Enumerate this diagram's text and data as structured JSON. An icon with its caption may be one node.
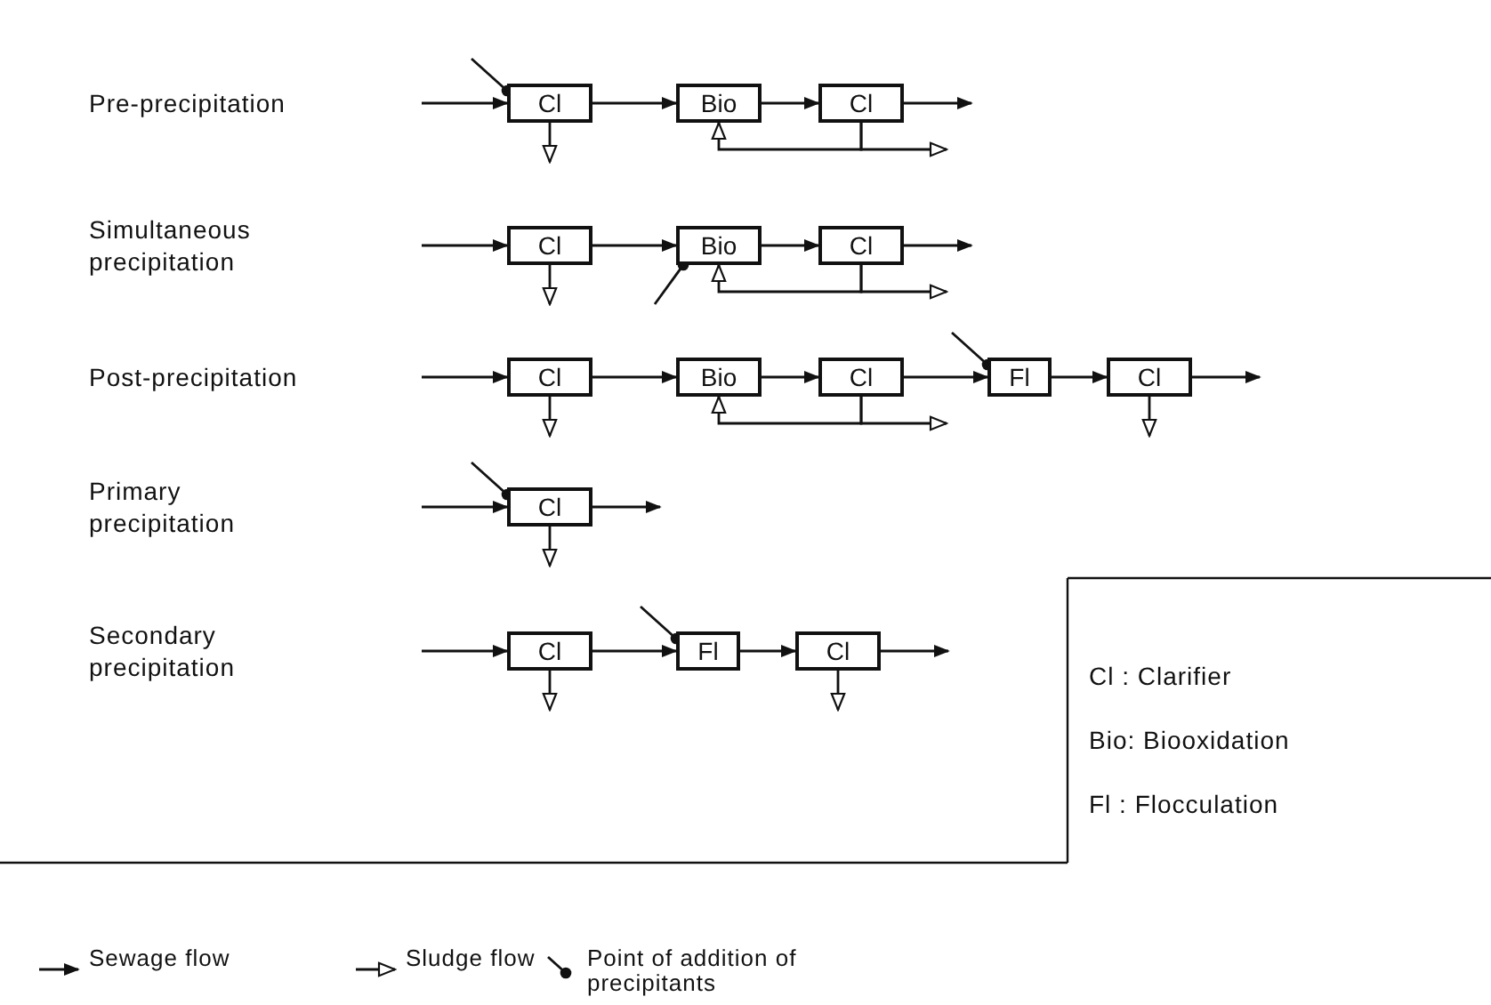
{
  "diagram": {
    "nodes": [
      {
        "text": [
          "Cl"
        ]
      },
      {
        "text": [
          "Bio"
        ]
      },
      {
        "text": [
          "Cl"
        ]
      },
      {
        "text": [
          "Cl"
        ]
      },
      {
        "text": [
          "Bio"
        ]
      },
      {
        "text": [
          "Cl"
        ]
      },
      {
        "text": [
          "Cl"
        ]
      },
      {
        "text": [
          "Bio"
        ]
      },
      {
        "text": [
          "Cl"
        ]
      },
      {
        "text": [
          "Fl"
        ]
      },
      {
        "text": [
          "Cl"
        ]
      },
      {
        "text": [
          "Cl"
        ]
      },
      {
        "text": [
          "Cl"
        ]
      },
      {
        "text": [
          "Fl"
        ]
      },
      {
        "text": [
          "Cl"
        ]
      }
    ],
    "edges": [
      {
        "from": null,
        "to": 0,
        "arrow": "to"
      },
      {
        "from": null,
        "to": 0,
        "arrow": "other"
      },
      {
        "from": 0,
        "to": 1,
        "arrow": "to"
      },
      {
        "from": 1,
        "to": 2,
        "arrow": "to"
      },
      {
        "from": 2,
        "to": null,
        "arrow": "to"
      },
      {
        "from": 0,
        "to": null,
        "arrow": "to"
      },
      {
        "from": 2,
        "to": 1,
        "arrow": "to"
      },
      {
        "from": 2,
        "to": null,
        "arrow": "to"
      },
      {
        "from": null,
        "to": 3,
        "arrow": "to"
      },
      {
        "from": 3,
        "to": 4,
        "arrow": "to"
      },
      {
        "from": 4,
        "to": 5,
        "arrow": "to"
      },
      {
        "from": 5,
        "to": null,
        "arrow": "to"
      },
      {
        "from": null,
        "to": 4,
        "arrow": "other"
      },
      {
        "from": 3,
        "to": null,
        "arrow": "to"
      },
      {
        "from": 5,
        "to": 4,
        "arrow": "to"
      },
      {
        "from": 5,
        "to": null,
        "arrow": "to"
      },
      {
        "from": null,
        "to": 6,
        "arrow": "to"
      },
      {
        "from": 6,
        "to": 7,
        "arrow": "to"
      },
      {
        "from": 7,
        "to": 8,
        "arrow": "to"
      },
      {
        "from": 8,
        "to": 9,
        "arrow": "to"
      },
      {
        "from": 9,
        "to": 10,
        "arrow": "to"
      },
      {
        "from": 10,
        "to": null,
        "arrow": "to"
      },
      {
        "from": null,
        "to": 9,
        "arrow": "other"
      },
      {
        "from": 6,
        "to": null,
        "arrow": "to"
      },
      {
        "from": 8,
        "to": 7,
        "arrow": "to"
      },
      {
        "from": 8,
        "to": null,
        "arrow": "to"
      },
      {
        "from": 10,
        "to": null,
        "arrow": "to"
      },
      {
        "from": null,
        "to": 11,
        "arrow": "to"
      },
      {
        "from": null,
        "to": 11,
        "arrow": "other"
      },
      {
        "from": 11,
        "to": null,
        "arrow": "to"
      },
      {
        "from": 11,
        "to": null,
        "arrow": "to"
      },
      {
        "from": null,
        "to": 12,
        "arrow": "to"
      },
      {
        "from": 12,
        "to": 13,
        "arrow": "to"
      },
      {
        "from": 13,
        "to": 14,
        "arrow": "to"
      },
      {
        "from": 14,
        "to": null,
        "arrow": "to"
      },
      {
        "from": null,
        "to": 13,
        "arrow": "other"
      },
      {
        "from": 12,
        "to": null,
        "arrow": "to"
      },
      {
        "from": 14,
        "to": null,
        "arrow": "to"
      }
    ],
    "labels": [
      "Pre-precipitation",
      "Simultaneous precipitation",
      "Post-precipitation",
      "Primary precipitation",
      "Secondary precipitation",
      "Cl : Clarifier",
      "Bio: Biooxidation",
      "Fl : Flocculation"
    ],
    "legend": [
      {
        "text": "Sewage flow"
      },
      {
        "text": "Sludge flow"
      },
      {
        "text": "Point of addition of precipitants"
      }
    ]
  }
}
